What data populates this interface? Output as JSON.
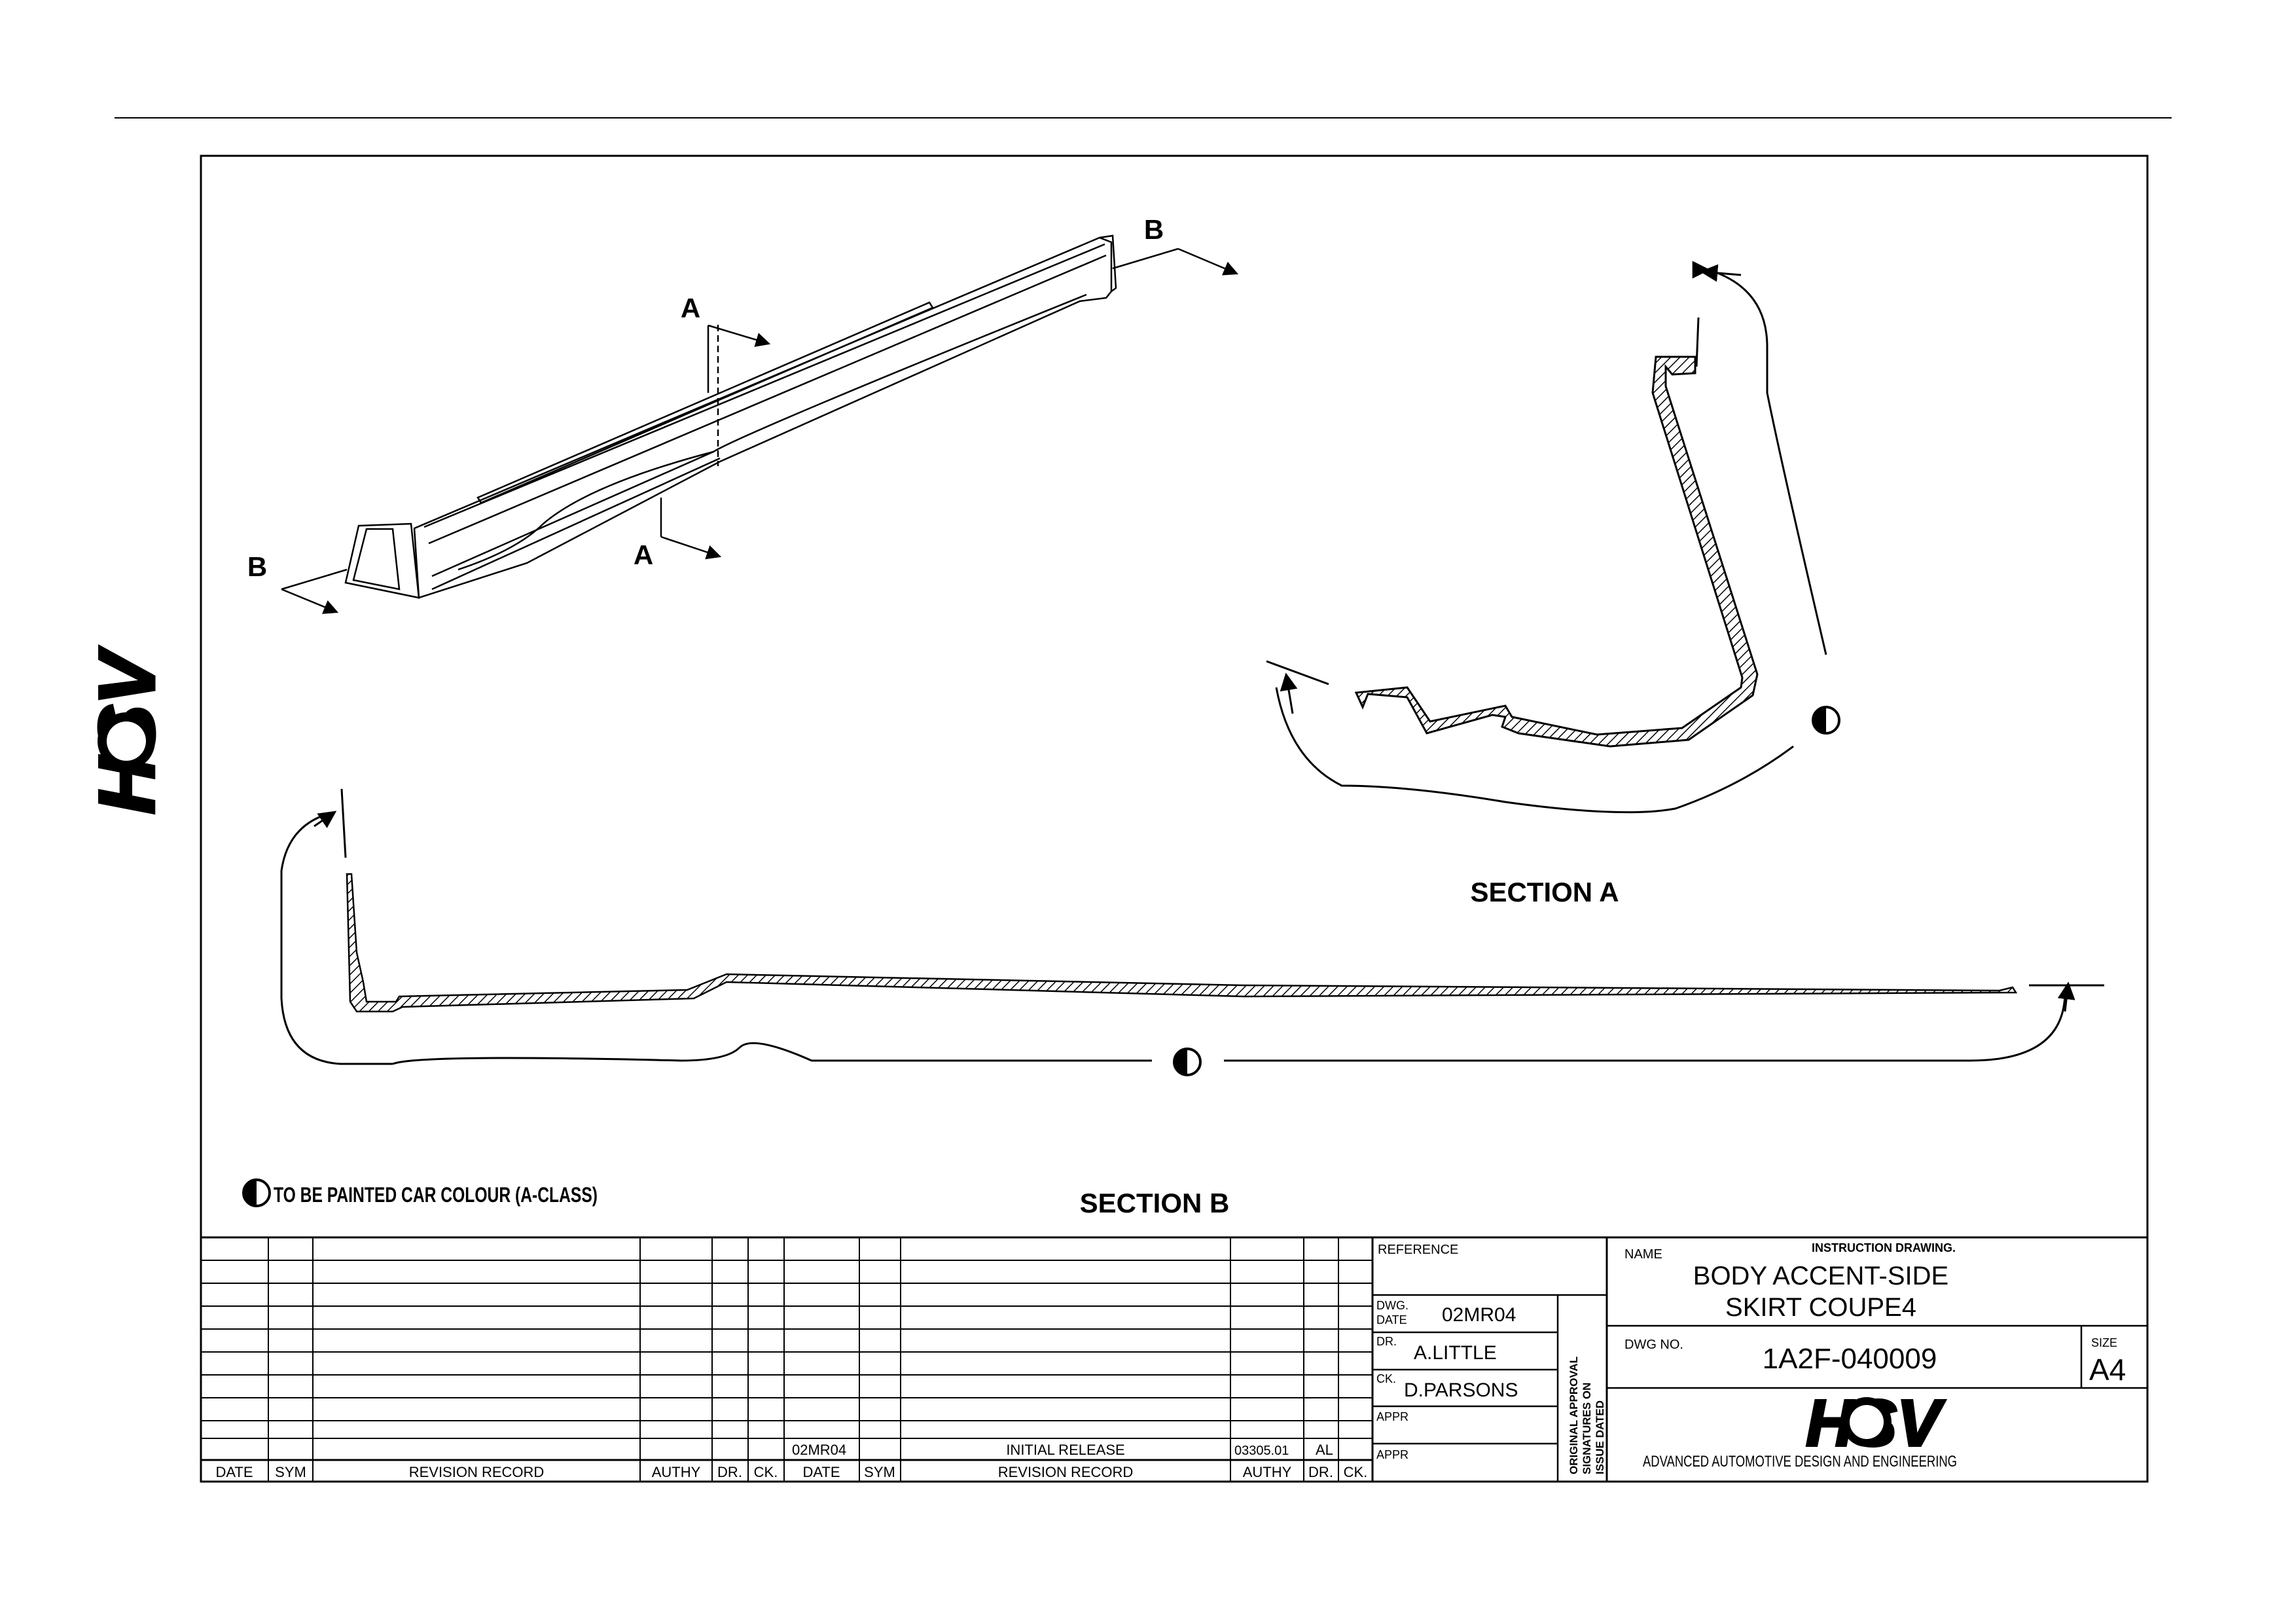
{
  "drawing": {
    "cut_a": "A",
    "cut_b": "B",
    "section_a_label": "SECTION A",
    "section_b_label": "SECTION B",
    "legend_text": "TO BE PAINTED CAR COLOUR (A-CLASS)"
  },
  "brand": {
    "logo_text": "HSV",
    "tagline": "ADVANCED AUTOMOTIVE DESIGN AND ENGINEERING"
  },
  "revision_table": {
    "headers": [
      "DATE",
      "SYM",
      "REVISION RECORD",
      "AUTHY",
      "DR.",
      "CK.",
      "DATE",
      "SYM",
      "REVISION RECORD",
      "AUTHY",
      "DR.",
      "CK."
    ],
    "entries": [
      {
        "date": "02MR04",
        "record": "INITIAL RELEASE",
        "authy": "03305.01",
        "dr": "AL"
      }
    ]
  },
  "title_block": {
    "reference_label": "REFERENCE",
    "dwg_date_label_1": "DWG.",
    "dwg_date_label_2": "DATE",
    "dwg_date": "02MR04",
    "dr_label": "DR.",
    "drawn_by": "A.LITTLE",
    "ck_label": "CK.",
    "checked_by": "D.PARSONS",
    "appr_label_1": "APPR",
    "appr_label_2": "APPR",
    "approval_note": [
      "ORIGINAL APPROVAL",
      "SIGNATURES ON",
      "ISSUE DATED"
    ],
    "name_label": "NAME",
    "instruction": "INSTRUCTION DRAWING.",
    "title_line_1": "BODY ACCENT-SIDE",
    "title_line_2": "SKIRT COUPE4",
    "dwg_no_label": "DWG NO.",
    "dwg_no": "1A2F-040009",
    "size_label": "SIZE",
    "size": "A4"
  }
}
